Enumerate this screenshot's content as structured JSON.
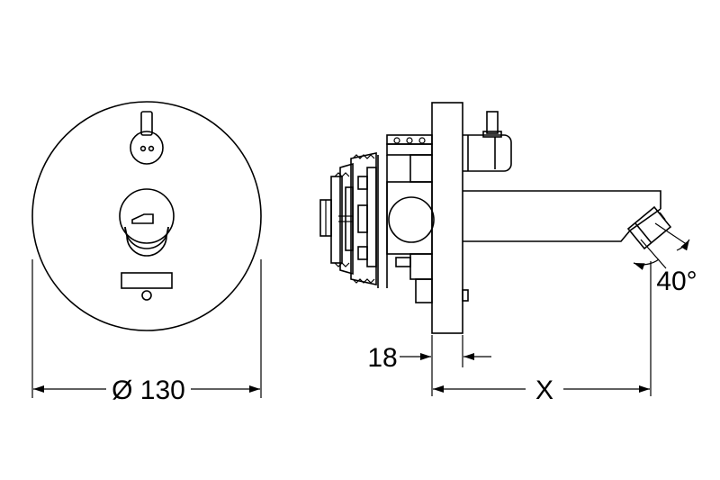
{
  "dimensions": {
    "diameter_label": "Ø 130",
    "wall_label": "18",
    "projection_label": "X",
    "angle_label": "40°"
  }
}
